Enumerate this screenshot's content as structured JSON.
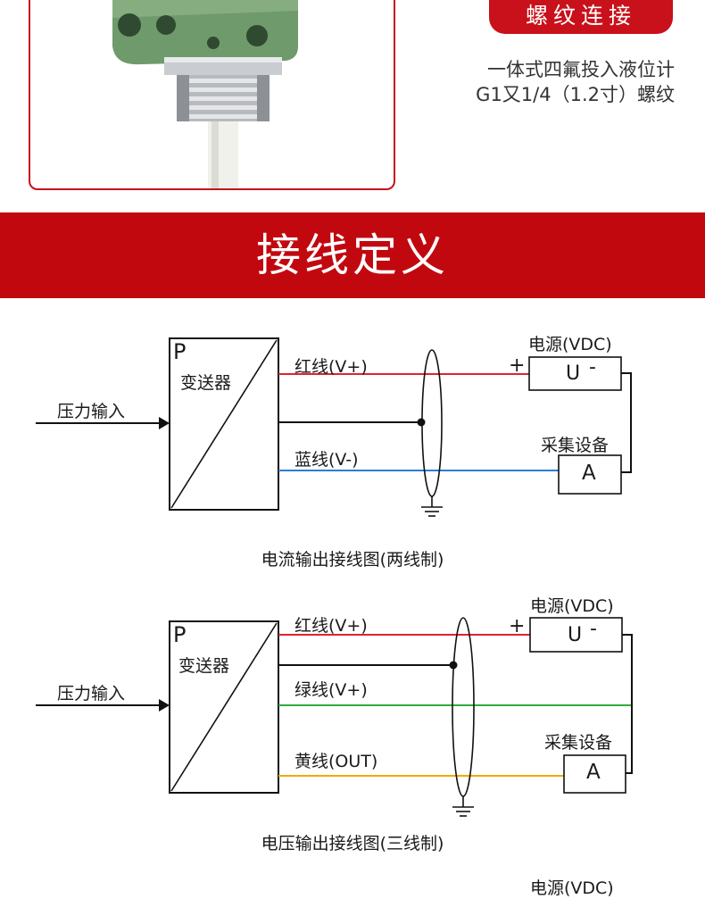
{
  "header": {
    "badge": "螺纹连接",
    "desc_line1": "一体式四氟投入液位计",
    "desc_line2": "G1又1/4（1.2寸）螺纹"
  },
  "section": {
    "title": "接线定义"
  },
  "diagram1": {
    "block_letter": "P",
    "block_label": "变送器",
    "input_label": "压力输入",
    "wire_red": "红线(V+)",
    "wire_blue": "蓝线(V-)",
    "power_label": "电源(VDC)",
    "plus": "+",
    "u_label": "U",
    "minus": "-",
    "collector_label": "采集设备",
    "a_label": "A",
    "caption": "电流输出接线图(两线制)",
    "colors": {
      "red": "#e0242b",
      "blue": "#2b7bd6"
    }
  },
  "diagram2": {
    "block_letter": "P",
    "block_label": "变送器",
    "input_label": "压力输入",
    "wire_red": "红线(V+)",
    "wire_green": "绿线(V+)",
    "wire_yellow": "黄线(OUT)",
    "power_label": "电源(VDC)",
    "plus": "+",
    "u_label": "U",
    "minus": "-",
    "collector_label": "采集设备",
    "a_label": "A",
    "caption": "电压输出接线图(三线制)",
    "colors": {
      "red": "#e0242b",
      "green": "#2fae3b",
      "yellow": "#f2a900"
    }
  },
  "diagram3": {
    "power_label": "电源(VDC)"
  }
}
